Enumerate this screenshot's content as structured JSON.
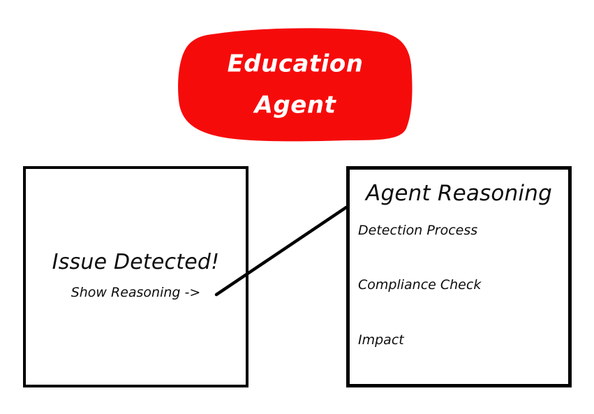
{
  "badge": {
    "label": "Education Agent",
    "color": "#F60B0B",
    "text_color": "#FFFFFF"
  },
  "issue_panel": {
    "title": "Issue Detected!",
    "action_label": "Show Reasoning ->"
  },
  "reasoning_panel": {
    "title": "Agent Reasoning",
    "items": [
      "Detection Process",
      "Compliance Check",
      "Impact"
    ]
  },
  "colors": {
    "panel_border": "#000000",
    "connector": "#000000",
    "text": "#0D0D0D"
  }
}
